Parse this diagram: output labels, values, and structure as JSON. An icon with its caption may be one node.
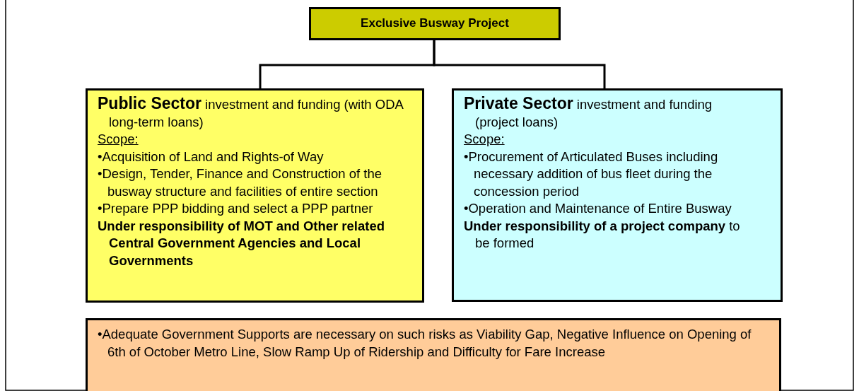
{
  "diagram": {
    "nodes": [
      {
        "text": [
          "Exclusive Busway Project"
        ]
      },
      {
        "text": [
          "**Public Sector** investment and funding (with ODA long-term loans)",
          "Scope:",
          "•Acquisition of Land and Rights-of Way",
          "•Design, Tender, Finance and Construction of the busway structure and facilities of entire section",
          "•Prepare PPP bidding and select a PPP partner",
          "Under responsibility of MOT and Other related Central Government Agencies and Local Governments"
        ]
      },
      {
        "text": [
          "**Private Sector** investment and funding (project loans)",
          "Scope:",
          "•Procurement of Articulated Buses including necessary addition of bus fleet during the concession period",
          "•Operation and Maintenance of Entire Busway",
          "**Under responsibility of a project company** to be formed"
        ]
      },
      {
        "text": [
          "•Adequate Government Supports are necessary on such risks as Viability Gap, Negative Influence on Opening of 6th of October Metro Line, Slow Ramp Up of Ridership and Difficulty for Fare Increase"
        ]
      }
    ],
    "edges": [
      {
        "from": 0,
        "to": 1,
        "arrow": "none"
      },
      {
        "from": 0,
        "to": 2,
        "arrow": "none"
      }
    ]
  }
}
